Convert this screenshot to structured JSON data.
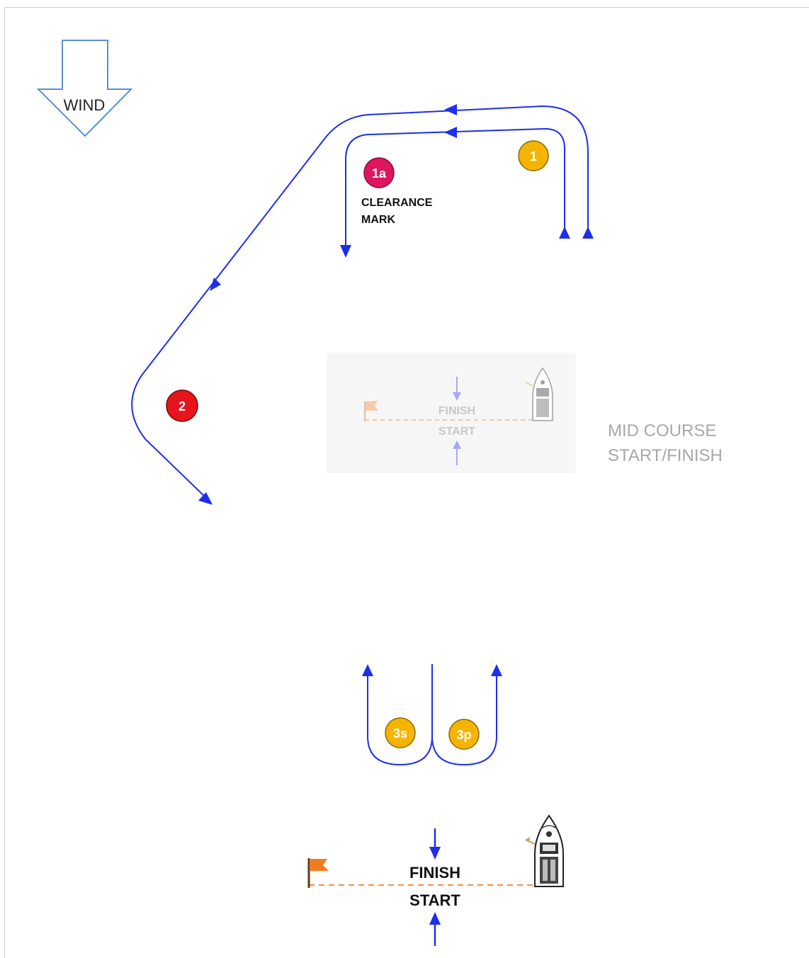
{
  "wind": {
    "label": "WIND"
  },
  "marks": {
    "m1": {
      "label": "1",
      "color": "#f5b400"
    },
    "m1a": {
      "label": "1a",
      "color": "#e0155f"
    },
    "m2": {
      "label": "2",
      "color": "#e8141c"
    },
    "m3s": {
      "label": "3s",
      "color": "#f5b400"
    },
    "m3p": {
      "label": "3p",
      "color": "#f5b400"
    }
  },
  "clearance": {
    "line1": "CLEARANCE",
    "line2": "MARK"
  },
  "mid_course": {
    "finish": "FINISH",
    "start": "START",
    "note_line1": "MID COURSE",
    "note_line2": "START/FINISH"
  },
  "main_line": {
    "finish": "FINISH",
    "start": "START"
  },
  "colors": {
    "course": "#1f2eea",
    "flag": "#f07c21",
    "line_dash": "#f29a5a",
    "faded_panel": "#f7f7f7"
  }
}
